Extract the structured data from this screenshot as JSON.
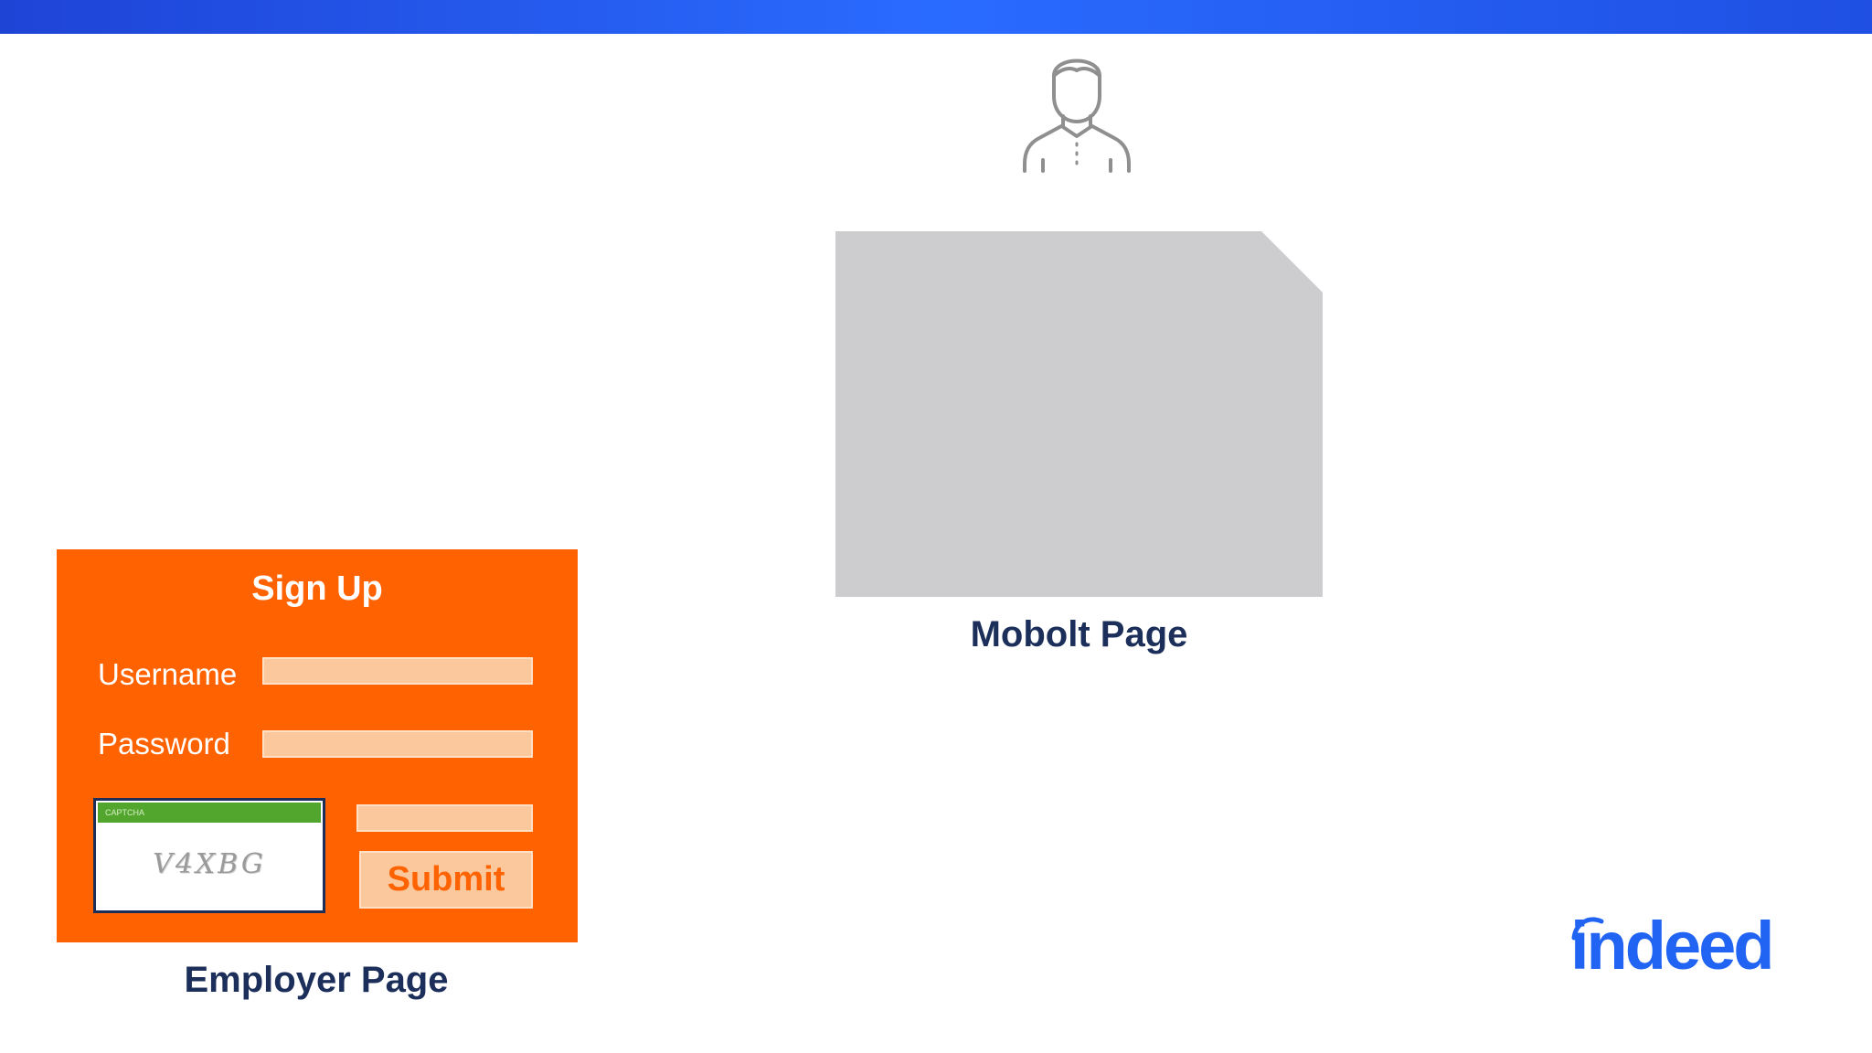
{
  "mobolt": {
    "page_label": "Mobolt Page",
    "card_color": "#cdcccf"
  },
  "employer": {
    "page_label": "Employer Page",
    "form_title": "Sign Up",
    "username_label": "Username",
    "password_label": "Password",
    "captcha_header": "CAPTCHA",
    "captcha_code": "V4XBG",
    "submit_label": "Submit",
    "form_color": "#ff6200",
    "field_color": "#fbc89d"
  },
  "brand": {
    "logo_text": "indeed",
    "color": "#2164f3"
  },
  "icons": {
    "user": "person-icon"
  }
}
